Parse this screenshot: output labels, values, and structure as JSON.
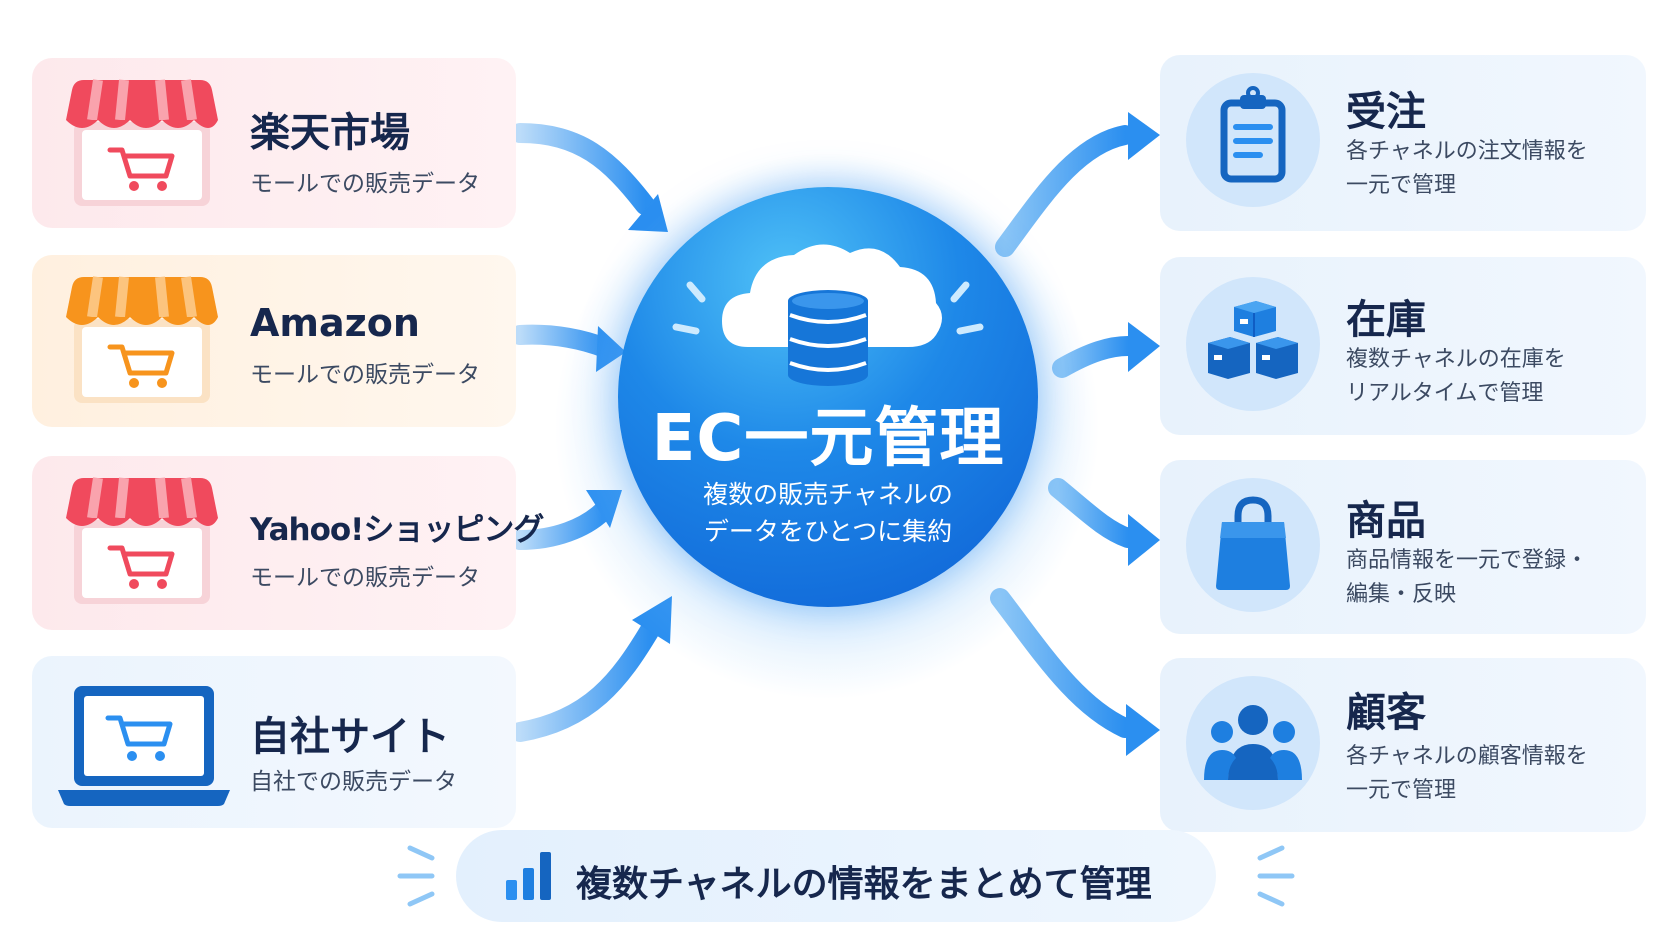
{
  "hub": {
    "title": "EC一元管理",
    "subtitle_line1": "複数の販売チャネルの",
    "subtitle_line2": "データをひとつに集約",
    "icon": "cloud-database-icon"
  },
  "sources": [
    {
      "title": "楽天市場",
      "subtitle": "モールでの販売データ",
      "icon": "storefront-cart-icon",
      "color": "#f04a5d"
    },
    {
      "title": "Amazon",
      "subtitle": "モールでの販売データ",
      "icon": "storefront-cart-icon",
      "color": "#f7941d"
    },
    {
      "title": "Yahoo!ショッピング",
      "subtitle": "モールでの販売データ",
      "icon": "storefront-cart-icon",
      "color": "#f04a5d"
    },
    {
      "title": "自社サイト",
      "subtitle": "自社での販売データ",
      "icon": "laptop-cart-icon",
      "color": "#1565c0"
    }
  ],
  "features": [
    {
      "title": "受注",
      "desc_line1": "各チャネルの注文情報を",
      "desc_line2": "一元で管理",
      "icon": "clipboard-icon"
    },
    {
      "title": "在庫",
      "desc_line1": "複数チャネルの在庫を",
      "desc_line2": "リアルタイムで管理",
      "icon": "boxes-icon"
    },
    {
      "title": "商品",
      "desc_line1": "商品情報を一元で登録・",
      "desc_line2": "編集・反映",
      "icon": "shopping-bag-icon"
    },
    {
      "title": "顧客",
      "desc_line1": "各チャネルの顧客情報を",
      "desc_line2": "一元で管理",
      "icon": "users-icon"
    }
  ],
  "banner": {
    "text": "複数チャネルの情報をまとめて管理",
    "icon": "bar-chart-icon"
  },
  "colors": {
    "accent_blue": "#1e88e8",
    "dark_blue": "#1565c0",
    "text_navy": "#16274d",
    "arrow_blue": "#3d9cf0"
  }
}
